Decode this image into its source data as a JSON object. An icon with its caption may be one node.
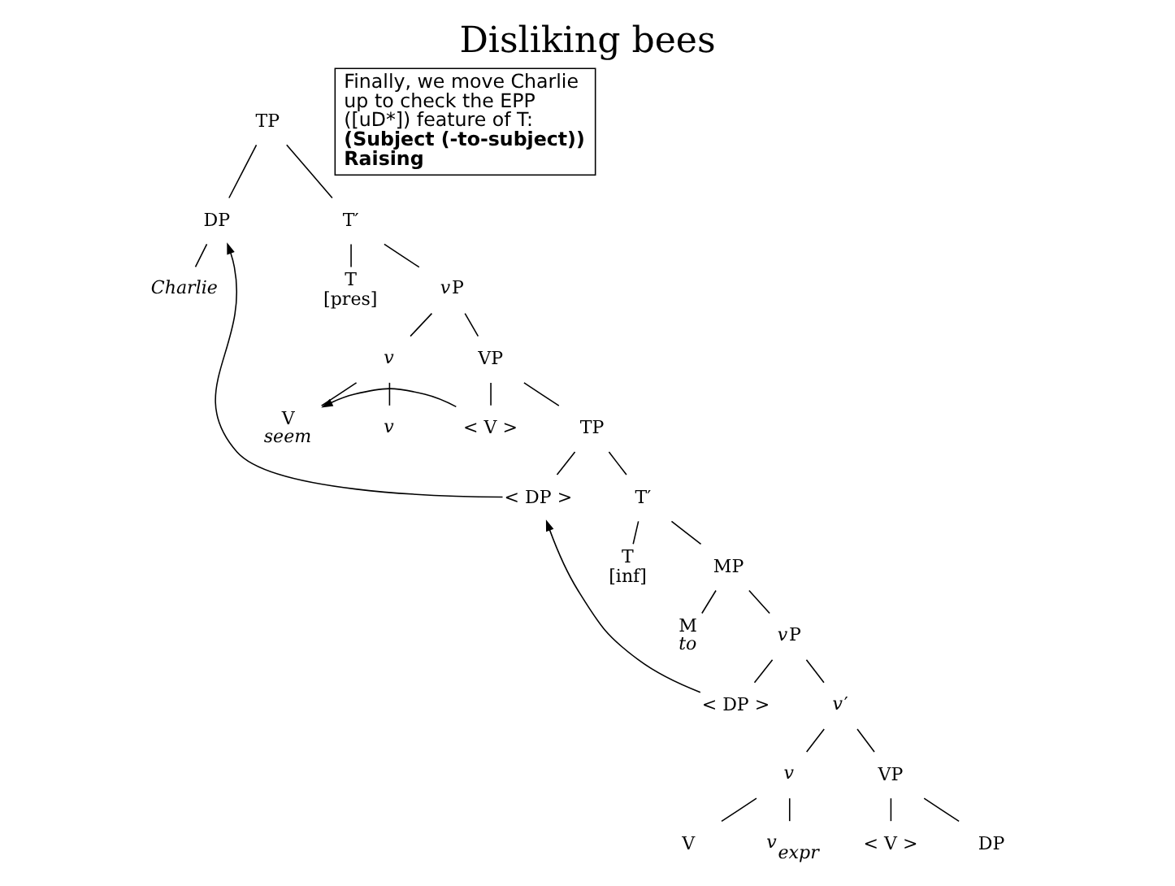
{
  "diagram": {
    "title": "Disliking bees",
    "nodes": [
      {
        "text": [
          "TP"
        ]
      },
      {
        "text": [
          "DP"
        ]
      },
      {
        "text": [
          "T′"
        ]
      },
      {
        "text": [
          "Charlie"
        ]
      },
      {
        "text": [
          "T",
          "[pres]"
        ]
      },
      {
        "text": [
          "vP"
        ]
      },
      {
        "text": [
          "v"
        ]
      },
      {
        "text": [
          "VP"
        ]
      },
      {
        "text": [
          "V",
          "seem"
        ]
      },
      {
        "text": [
          "v"
        ]
      },
      {
        "text": [
          "< V >"
        ]
      },
      {
        "text": [
          "TP"
        ]
      },
      {
        "text": [
          "< DP >"
        ]
      },
      {
        "text": [
          "T′"
        ]
      },
      {
        "text": [
          "T",
          "[inf]"
        ]
      },
      {
        "text": [
          "MP"
        ]
      },
      {
        "text": [
          "M",
          "to"
        ]
      },
      {
        "text": [
          "vP"
        ]
      },
      {
        "text": [
          "< DP >"
        ]
      },
      {
        "text": [
          "v′"
        ]
      },
      {
        "text": [
          "v"
        ]
      },
      {
        "text": [
          "VP"
        ]
      },
      {
        "text": [
          "V"
        ]
      },
      {
        "text": [
          "v$_{expr}$"
        ]
      },
      {
        "text": [
          "< V >"
        ]
      },
      {
        "text": [
          "DP"
        ]
      },
      {
        "text": [
          "Finally, we move Charlie up to check the EPP ([uD*]) feature of T:",
          "(Subject (-to-subject)) Raising"
        ]
      }
    ],
    "edges": [
      {
        "from": 0,
        "to": 1,
        "arrow": "none"
      },
      {
        "from": 0,
        "to": 2,
        "arrow": "none"
      },
      {
        "from": 1,
        "to": 3,
        "arrow": "none"
      },
      {
        "from": 2,
        "to": 4,
        "arrow": "none"
      },
      {
        "from": 2,
        "to": 5,
        "arrow": "none"
      },
      {
        "from": 5,
        "to": 6,
        "arrow": "none"
      },
      {
        "from": 5,
        "to": 7,
        "arrow": "none"
      },
      {
        "from": 6,
        "to": 8,
        "arrow": "none"
      },
      {
        "from": 6,
        "to": 9,
        "arrow": "none"
      },
      {
        "from": 7,
        "to": 10,
        "arrow": "none"
      },
      {
        "from": 7,
        "to": 11,
        "arrow": "none"
      },
      {
        "from": 11,
        "to": 12,
        "arrow": "none"
      },
      {
        "from": 11,
        "to": 13,
        "arrow": "none"
      },
      {
        "from": 13,
        "to": 14,
        "arrow": "none"
      },
      {
        "from": 13,
        "to": 15,
        "arrow": "none"
      },
      {
        "from": 15,
        "to": 16,
        "arrow": "none"
      },
      {
        "from": 15,
        "to": 17,
        "arrow": "none"
      },
      {
        "from": 17,
        "to": 18,
        "arrow": "none"
      },
      {
        "from": 17,
        "to": 19,
        "arrow": "none"
      },
      {
        "from": 19,
        "to": 20,
        "arrow": "none"
      },
      {
        "from": 19,
        "to": 21,
        "arrow": "none"
      },
      {
        "from": 20,
        "to": 22,
        "arrow": "none"
      },
      {
        "from": 20,
        "to": 23,
        "arrow": "none"
      },
      {
        "from": 21,
        "to": 24,
        "arrow": "none"
      },
      {
        "from": 21,
        "to": 25,
        "arrow": "none"
      },
      {
        "from": 10,
        "to": 8,
        "arrow": "to"
      },
      {
        "from": 18,
        "to": 12,
        "arrow": "to"
      },
      {
        "from": 12,
        "to": 1,
        "arrow": "to"
      }
    ]
  }
}
